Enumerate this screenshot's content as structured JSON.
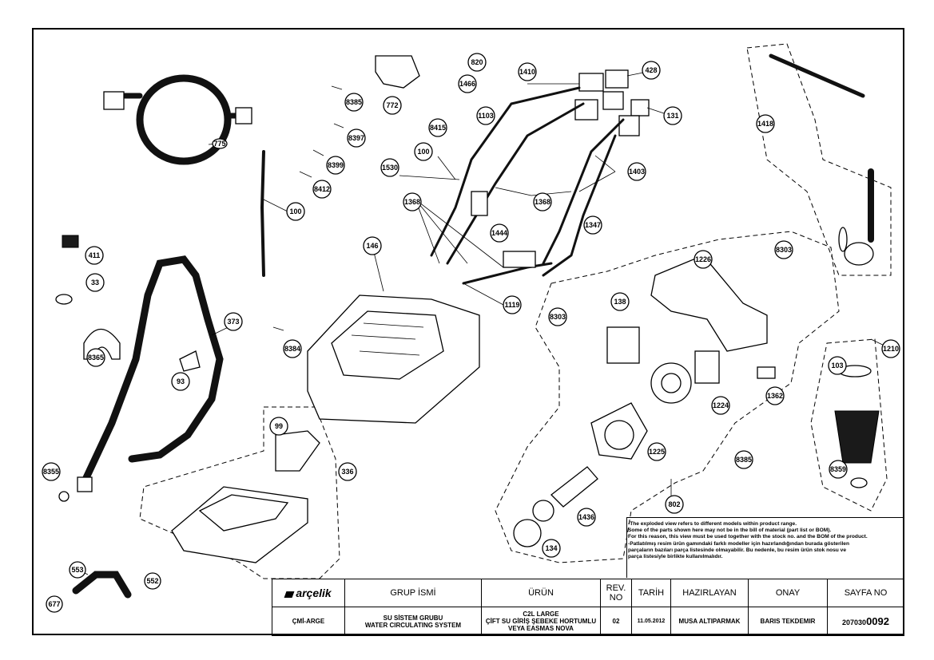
{
  "callouts": [
    {
      "id": "c775",
      "label": "775"
    },
    {
      "id": "c100a",
      "label": "100"
    },
    {
      "id": "c8385a",
      "label": "8385"
    },
    {
      "id": "c8397",
      "label": "8397"
    },
    {
      "id": "c8399",
      "label": "8399"
    },
    {
      "id": "c8412",
      "label": "8412"
    },
    {
      "id": "c772",
      "label": "772"
    },
    {
      "id": "c820",
      "label": "820"
    },
    {
      "id": "c1466",
      "label": "1466"
    },
    {
      "id": "c1410",
      "label": "1410"
    },
    {
      "id": "c428",
      "label": "428"
    },
    {
      "id": "c131",
      "label": "131"
    },
    {
      "id": "c1103",
      "label": "1103"
    },
    {
      "id": "c8415",
      "label": "8415"
    },
    {
      "id": "c100b",
      "label": "100"
    },
    {
      "id": "c1530",
      "label": "1530"
    },
    {
      "id": "c1368a",
      "label": "1368"
    },
    {
      "id": "c1368b",
      "label": "1368"
    },
    {
      "id": "c1403",
      "label": "1403"
    },
    {
      "id": "c1347",
      "label": "1347"
    },
    {
      "id": "c1444",
      "label": "1444"
    },
    {
      "id": "c1418",
      "label": "1418"
    },
    {
      "id": "c411",
      "label": "411"
    },
    {
      "id": "c33",
      "label": "33"
    },
    {
      "id": "c373",
      "label": "373"
    },
    {
      "id": "c8365",
      "label": "8365"
    },
    {
      "id": "c93",
      "label": "93"
    },
    {
      "id": "c146",
      "label": "146"
    },
    {
      "id": "c8384",
      "label": "8384"
    },
    {
      "id": "c1119",
      "label": "1119"
    },
    {
      "id": "c1226",
      "label": "1226"
    },
    {
      "id": "c8303a",
      "label": "8303"
    },
    {
      "id": "c8303b",
      "label": "8303"
    },
    {
      "id": "c138",
      "label": "138"
    },
    {
      "id": "c1210",
      "label": "1210"
    },
    {
      "id": "c103",
      "label": "103"
    },
    {
      "id": "c1362",
      "label": "1362"
    },
    {
      "id": "c1224",
      "label": "1224"
    },
    {
      "id": "c1225",
      "label": "1225"
    },
    {
      "id": "c8359",
      "label": "8359"
    },
    {
      "id": "c99",
      "label": "99"
    },
    {
      "id": "c336",
      "label": "336"
    },
    {
      "id": "c8355",
      "label": "8355"
    },
    {
      "id": "c8385b",
      "label": "8385"
    },
    {
      "id": "c802",
      "label": "802"
    },
    {
      "id": "c1436",
      "label": "1436"
    },
    {
      "id": "c134",
      "label": "134"
    },
    {
      "id": "c553",
      "label": "553"
    },
    {
      "id": "c552",
      "label": "552"
    },
    {
      "id": "c677",
      "label": "677"
    }
  ],
  "notes": [
    "-The exploded view refers to different models within product range.",
    "Some of the parts shown here may not be in the bill of material (part list or BOM).",
    "For this reason, this view must be used together with the stock no. and the BOM of the product.",
    "-Patlatılmış resim ürün gamındaki farklı modeller için hazırlandığından burada gösterilen",
    "parçaların bazıları parça listesinde olmayabilir. Bu nedenle, bu resim ürün stok nosu ve",
    "parça listesiyle birlikte kullanılmalıdır."
  ],
  "title_block": {
    "brand": "arçelik",
    "code": "ÇMİ-ARGE",
    "group_header": "GRUP İSMİ",
    "group_tr": "SU SİSTEM GRUBU",
    "group_en": "WATER CIRCULATING SYSTEM",
    "product_header": "ÜRÜN",
    "product_line1": "C2L LARGE",
    "product_line2": "ÇİFT SU GİRİŞ ŞEBEKE HORTUMLU",
    "product_line3": "VEYA EASMAS    NOVA",
    "rev_header": "REV. NO",
    "rev": "02",
    "date_header": "TARİH",
    "date": "11.05.2012",
    "prepared_header": "HAZIRLAYAN",
    "prepared": "MUSA ALTIPARMAK",
    "approval_header": "ONAY",
    "approval": "BARIS TEKDEMIR",
    "page_header": "SAYFA NO",
    "page_prefix": "207030",
    "page_suffix": "0092"
  }
}
